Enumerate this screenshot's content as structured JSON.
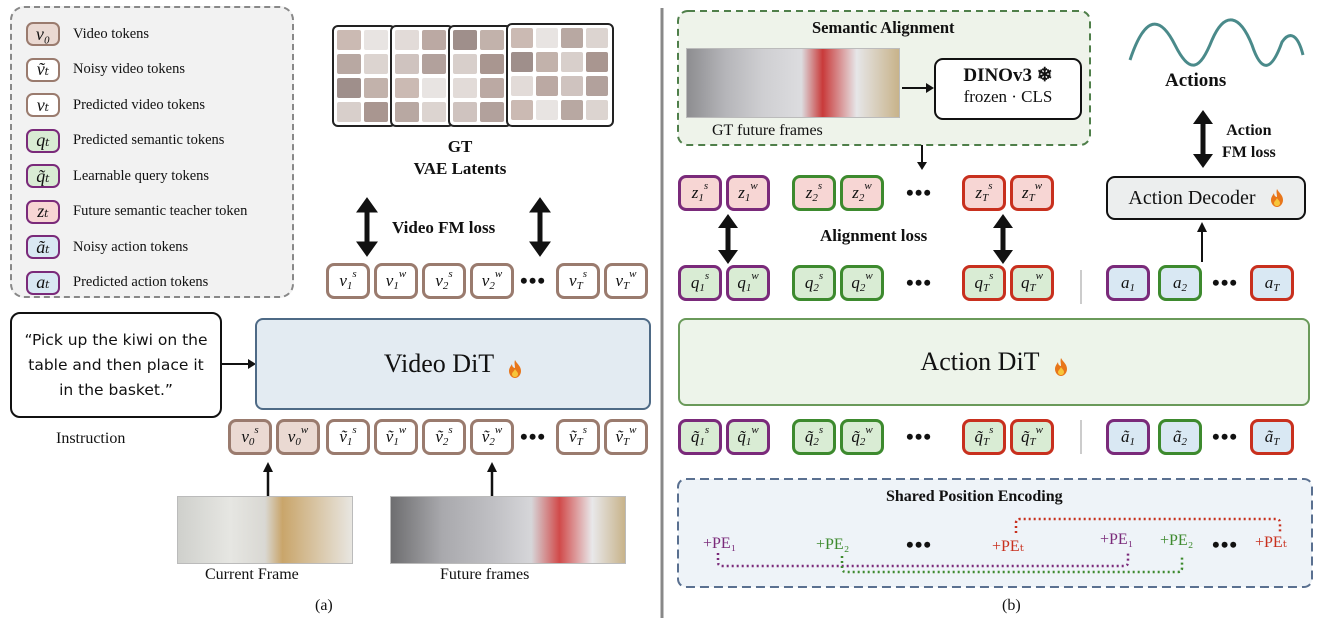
{
  "legend": [
    {
      "symbol": "v₀",
      "label": "Video tokens",
      "border": "#9a7b6e",
      "fill": "#ead9d2"
    },
    {
      "symbol": "ṽₜ",
      "label": "Noisy video tokens",
      "border": "#9a7b6e",
      "fill": "#ffffff"
    },
    {
      "symbol": "vₜ",
      "label": "Predicted video tokens",
      "border": "#9a7b6e",
      "fill": "#ffffff"
    },
    {
      "symbol": "qₜ",
      "label": "Predicted semantic tokens",
      "border": "#7a2a7a",
      "fill": "#d9ecd4"
    },
    {
      "symbol": "q̃ₜ",
      "label": "Learnable query tokens",
      "border": "#7a2a7a",
      "fill": "#d9ecd4"
    },
    {
      "symbol": "zₜ",
      "label": "Future semantic teacher token",
      "border": "#7a2a7a",
      "fill": "#f7d6d4"
    },
    {
      "symbol": "ãₜ",
      "label": "Noisy action tokens",
      "border": "#7a2a7a",
      "fill": "#d9e8f3"
    },
    {
      "symbol": "aₜ",
      "label": "Predicted action tokens",
      "border": "#7a2a7a",
      "fill": "#d9e8f3"
    }
  ],
  "left": {
    "gt_title": "GT",
    "gt_subtitle": "VAE Latents",
    "video_fm_loss": "Video FM loss",
    "instruction_text": "“Pick up the kiwi on the table and then place it in the basket.”",
    "instruction_label": "Instruction",
    "video_dit": "Video DiT",
    "current_frame": "Current Frame",
    "future_frames": "Future frames",
    "panel_label": "(a)"
  },
  "right": {
    "semantic_alignment": "Semantic Alignment",
    "gt_future_frames": "GT future frames",
    "dinov3": "DINOv3 ❄",
    "dinov3_sub": "frozen · CLS",
    "actions": "Actions",
    "action_fm_loss_1": "Action",
    "action_fm_loss_2": "FM loss",
    "action_decoder": "Action Decoder",
    "alignment_loss": "Alignment loss",
    "action_dit": "Action DiT",
    "shared_pe": "Shared Position Encoding",
    "panel_label": "(b)",
    "pe": [
      "+PE₁",
      "+PE₂",
      "+PEₜ",
      "+PE₁",
      "+PE₂",
      "+PEₜ"
    ]
  },
  "colors": {
    "video_border": "#9a7b6e",
    "video_fill": "#ead9d2",
    "purple": "#7a2a7a",
    "green": "#3d8a2e",
    "red": "#c8301e",
    "green_fill": "#d9ecd4",
    "red_fill": "#f7d6d4",
    "blue_fill": "#d9e8f3",
    "action_dit_border": "#6a9a5a",
    "video_dit_border": "#4e6a86",
    "video_dit_fill": "#e3ebf2"
  }
}
